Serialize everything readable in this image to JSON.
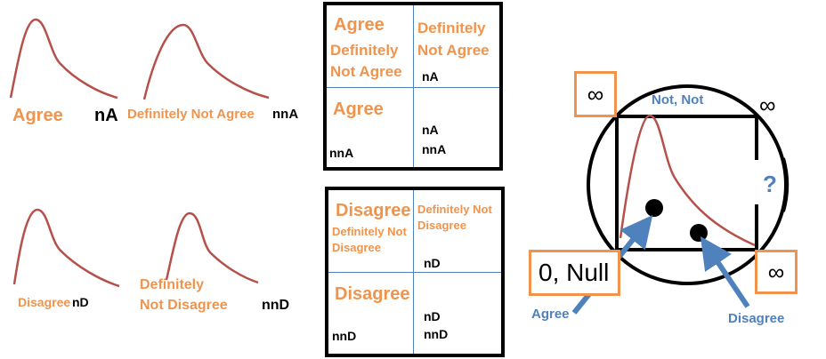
{
  "curves": {
    "agree": {
      "label": "Agree",
      "count": "nA"
    },
    "not_agree": {
      "label": "Definitely Not Agree",
      "count": "nnA"
    },
    "disagree": {
      "label": "Disagree",
      "count": "nD"
    },
    "not_disagree": {
      "label_line1": "Definitely",
      "label_line2": "Not Disagree",
      "count": "nnD"
    }
  },
  "agree_grid": {
    "tl": [
      "Agree",
      "Definitely",
      "Not Agree"
    ],
    "tr": [
      "Definitely",
      "Not Agree"
    ],
    "tr_count": "nA",
    "bl_label": "Agree",
    "bl_count": "nnA",
    "br_counts": [
      "nA",
      "nnA"
    ]
  },
  "disagree_grid": {
    "tl": [
      "Disagree",
      "Definitely Not",
      "Disagree"
    ],
    "tr": [
      "Definitely Not",
      "Disagree"
    ],
    "tr_count": "nD",
    "bl_label": "Disagree",
    "bl_count": "nnD",
    "br_counts": [
      "nD",
      "nnD"
    ]
  },
  "right_diagram": {
    "top_label": "Not, Not",
    "inf_top_left": "∞",
    "inf_top_right": "∞",
    "inf_bottom_right": "∞",
    "question": "?",
    "zero_null": "0, Null",
    "agree_arrow_label": "Agree",
    "disagree_arrow_label": "Disagree"
  },
  "colors": {
    "orange": "#F0944D",
    "curve": "#B5504A",
    "blue": "#4F81BD",
    "black": "#000000"
  }
}
